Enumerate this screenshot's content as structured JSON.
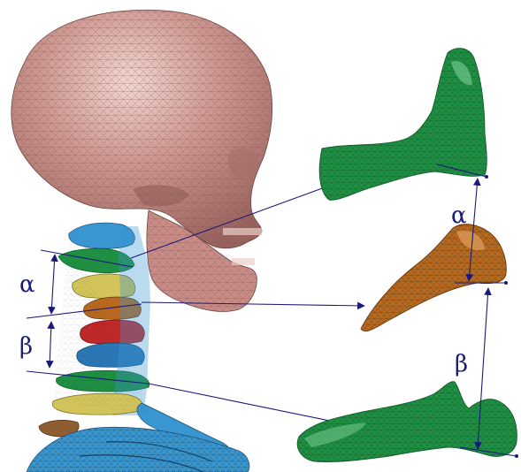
{
  "figure": {
    "labels": {
      "alpha_left": "α",
      "beta_left": "β",
      "alpha_right": "α",
      "beta_right": "β"
    },
    "colors": {
      "skull": "#c98c86",
      "skull_mesh": "#7e5450",
      "green": "#1f8f43",
      "green_dark": "#135f2b",
      "orange": "#b8691f",
      "blue": "#2b78b7",
      "cyan": "#3a96d0",
      "yellow": "#d2c45a",
      "red": "#c0282a",
      "brown": "#8e5d32",
      "arrow": "#1a1a7a"
    }
  }
}
